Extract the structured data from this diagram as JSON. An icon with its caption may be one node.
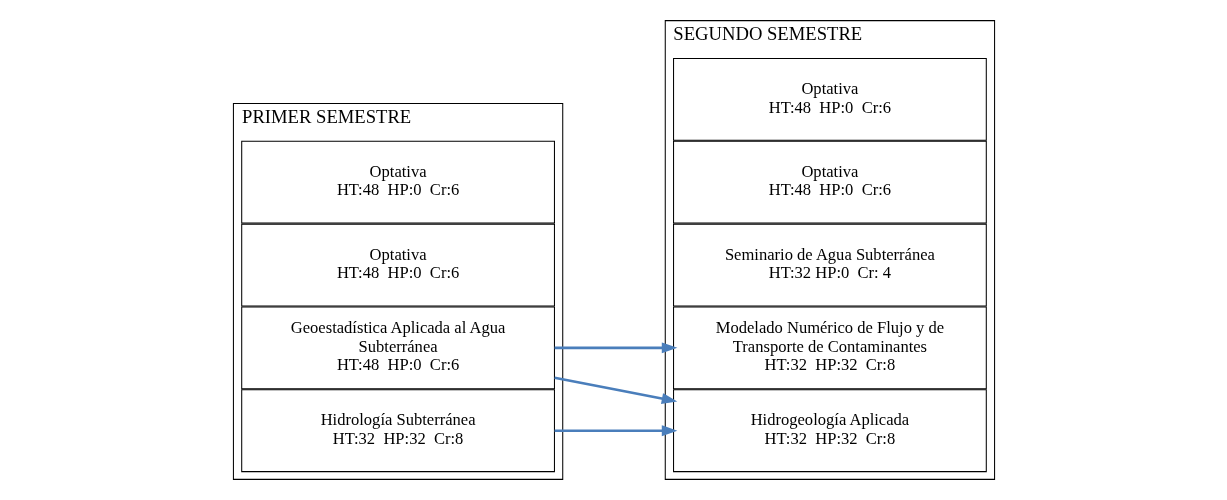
{
  "diagram": {
    "nodes": [
      {
        "text": [
          "PRIMER SEMESTRE"
        ]
      },
      {
        "text": [
          "Hidrología Subterránea",
          "HT:32  HP:32  Cr:8"
        ],
        "in": 0
      },
      {
        "text": [
          "Geoestadística Aplicada al Agua Subterránea",
          "HT:48  HP:0  Cr:6"
        ],
        "in": 0
      },
      {
        "text": [
          "Optativa",
          "HT:48  HP:0  Cr:6"
        ],
        "in": 0
      },
      {
        "text": [
          "Optativa",
          "HT:48  HP:0  Cr:6"
        ],
        "in": 0
      },
      {
        "text": [
          "SEGUNDO SEMESTRE"
        ]
      },
      {
        "text": [
          "Hidrogeología Aplicada",
          "HT:32  HP:32  Cr:8"
        ],
        "in": 5
      },
      {
        "text": [
          "Modelado Numérico de Flujo y de Transporte de Contaminantes",
          "HT:32  HP:32  Cr:8"
        ],
        "in": 5
      },
      {
        "text": [
          "Seminario de Agua Subterránea",
          "HT:32 HP:0  Cr: 4"
        ],
        "in": 5
      },
      {
        "text": [
          "Optativa",
          "HT:48  HP:0  Cr:6"
        ],
        "in": 5
      },
      {
        "text": [
          "Optativa",
          "HT:48  HP:0  Cr:6"
        ],
        "in": 5
      }
    ],
    "edges": [
      {
        "from": 1,
        "to": 6,
        "arrow": "to",
        "color": "#4a7ebb"
      },
      {
        "from": 2,
        "to": 6,
        "arrow": "to",
        "color": "#4a7ebb"
      },
      {
        "from": 2,
        "to": 7,
        "arrow": "to",
        "color": "#4a7ebb"
      }
    ]
  }
}
